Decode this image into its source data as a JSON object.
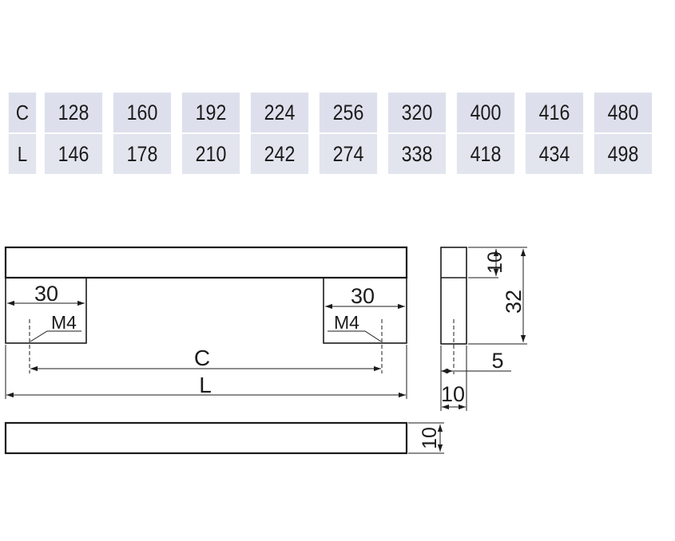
{
  "table": {
    "rows": [
      {
        "label": "C",
        "values": [
          "128",
          "160",
          "192",
          "224",
          "256",
          "320",
          "400",
          "416",
          "480"
        ]
      },
      {
        "label": "L",
        "values": [
          "146",
          "178",
          "210",
          "242",
          "274",
          "338",
          "418",
          "434",
          "498"
        ]
      }
    ]
  },
  "drawing": {
    "front_view": {
      "leg_offset_left": "30",
      "leg_offset_right": "30",
      "thread_left": "M4",
      "thread_right": "M4",
      "center_distance_label": "C",
      "overall_length_label": "L"
    },
    "side_view": {
      "bar_thickness": "10",
      "total_height": "32",
      "hole_offset": "5",
      "leg_width": "10"
    },
    "top_view": {
      "bar_width": "10"
    }
  }
}
